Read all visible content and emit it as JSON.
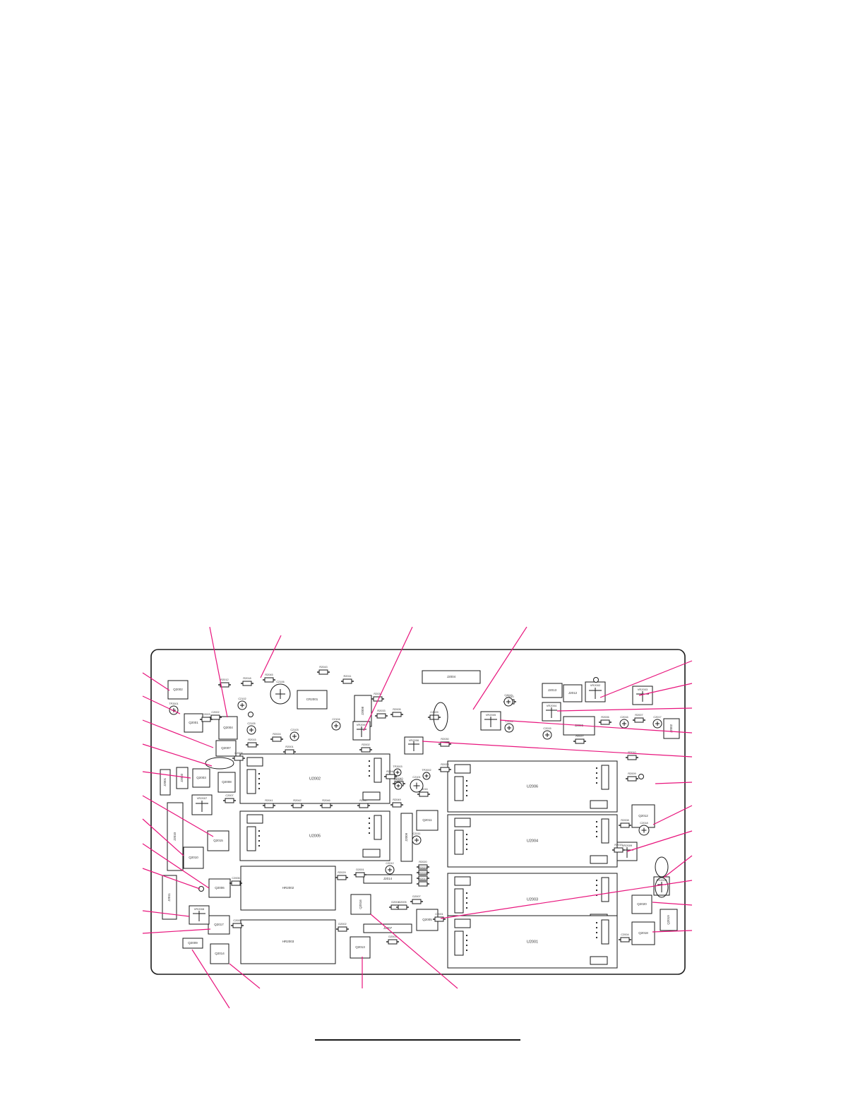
{
  "colors": {
    "background": "#ffffff",
    "outline": "#1a1a1a",
    "leader": "#e8157d"
  },
  "board": {
    "components": [
      {
        "id": "c1",
        "label": "Q2002",
        "kind": "ic"
      },
      {
        "id": "c2",
        "label": "Q2001",
        "kind": "ic"
      },
      {
        "id": "c3",
        "label": "Q2004",
        "kind": "ic"
      },
      {
        "id": "c4",
        "label": "Q2007",
        "kind": "ic"
      },
      {
        "id": "c5",
        "label": "Q2008",
        "kind": "ic"
      },
      {
        "id": "c6",
        "label": "Q2003",
        "kind": "ic"
      },
      {
        "id": "c7",
        "label": "Q2015",
        "kind": "ic"
      },
      {
        "id": "c8",
        "label": "Q2010",
        "kind": "ic"
      },
      {
        "id": "c9",
        "label": "Q2006",
        "kind": "ic"
      },
      {
        "id": "c10",
        "label": "Q2017",
        "kind": "ic"
      },
      {
        "id": "c11",
        "label": "Q2014",
        "kind": "ic"
      },
      {
        "id": "c12",
        "label": "Q2009",
        "kind": "ic"
      },
      {
        "id": "c13",
        "label": "Q2016",
        "kind": "ic"
      },
      {
        "id": "c14",
        "label": "Q2013",
        "kind": "ic"
      },
      {
        "id": "c15",
        "label": "Q2005",
        "kind": "ic"
      },
      {
        "id": "c16",
        "label": "Q2011",
        "kind": "ic"
      },
      {
        "id": "c17",
        "label": "Q2012",
        "kind": "ic"
      },
      {
        "id": "c18",
        "label": "Q2020",
        "kind": "ic"
      },
      {
        "id": "c19",
        "label": "Q2018",
        "kind": "ic"
      },
      {
        "id": "c20",
        "label": "Q2019",
        "kind": "ic"
      },
      {
        "id": "c21",
        "label": "U2002",
        "kind": "module"
      },
      {
        "id": "c22",
        "label": "U2005",
        "kind": "module"
      },
      {
        "id": "c23",
        "label": "U2006",
        "kind": "module"
      },
      {
        "id": "c24",
        "label": "U2004",
        "kind": "module"
      },
      {
        "id": "c25",
        "label": "U2003",
        "kind": "module"
      },
      {
        "id": "c26",
        "label": "U2001",
        "kind": "module"
      },
      {
        "id": "c27",
        "label": "HR2002",
        "kind": "block"
      },
      {
        "id": "c28",
        "label": "HR2003",
        "kind": "block"
      },
      {
        "id": "c29",
        "label": "CR2001",
        "kind": "block"
      },
      {
        "id": "c30",
        "label": "J2004",
        "kind": "connector"
      },
      {
        "id": "c31",
        "label": "J2010",
        "kind": "connector"
      },
      {
        "id": "c32",
        "label": "J2011",
        "kind": "connector"
      },
      {
        "id": "c33",
        "label": "J2003",
        "kind": "connector"
      },
      {
        "id": "c34",
        "label": "J2001",
        "kind": "connector"
      },
      {
        "id": "c35",
        "label": "J2002",
        "kind": "connector"
      },
      {
        "id": "c36",
        "label": "J2013",
        "kind": "connector"
      },
      {
        "id": "c37",
        "label": "J2012",
        "kind": "connector"
      },
      {
        "id": "c38",
        "label": "J2008",
        "kind": "connector"
      },
      {
        "id": "c39",
        "label": "J2009",
        "kind": "connector"
      },
      {
        "id": "c40",
        "label": "J2006",
        "kind": "connector"
      },
      {
        "id": "c41",
        "label": "J2014",
        "kind": "connector"
      },
      {
        "id": "c42",
        "label": "J2007",
        "kind": "connector"
      },
      {
        "id": "c43",
        "label": "VR2001",
        "kind": "trimmer"
      },
      {
        "id": "c44",
        "label": "VR2002",
        "kind": "trimmer"
      },
      {
        "id": "c45",
        "label": "VR2003",
        "kind": "trimmer"
      },
      {
        "id": "c46",
        "label": "VR2004",
        "kind": "trimmer"
      },
      {
        "id": "c47",
        "label": "VR2005",
        "kind": "trimmer"
      },
      {
        "id": "c48",
        "label": "VR2006",
        "kind": "trimmer"
      },
      {
        "id": "c49",
        "label": "VR2007",
        "kind": "trimmer"
      },
      {
        "id": "c50",
        "label": "VR2008",
        "kind": "trimmer"
      },
      {
        "id": "c51",
        "label": "VR2009",
        "kind": "trimmer"
      },
      {
        "id": "c52",
        "label": "VR2010",
        "kind": "trimmer"
      },
      {
        "id": "c53",
        "label": "C2106",
        "kind": "capacitor"
      },
      {
        "id": "c54",
        "label": "C2102",
        "kind": "capacitor"
      },
      {
        "id": "c55",
        "label": "C2105",
        "kind": "capacitor"
      },
      {
        "id": "c56",
        "label": "C2103",
        "kind": "capacitor"
      },
      {
        "id": "c57",
        "label": "C2104",
        "kind": "capacitor"
      },
      {
        "id": "c58",
        "label": "C2101",
        "kind": "capacitor"
      },
      {
        "id": "c59",
        "label": "R2012",
        "kind": "resistor"
      },
      {
        "id": "c60",
        "label": "R2018",
        "kind": "resistor"
      },
      {
        "id": "c61",
        "label": "R2045",
        "kind": "resistor"
      },
      {
        "id": "c62",
        "label": "R2043",
        "kind": "resistor"
      },
      {
        "id": "c63",
        "label": "R2011",
        "kind": "resistor"
      },
      {
        "id": "c64",
        "label": "R2031",
        "kind": "resistor"
      },
      {
        "id": "c65",
        "label": "R2005",
        "kind": "resistor"
      },
      {
        "id": "c66",
        "label": "R2033",
        "kind": "resistor"
      },
      {
        "id": "c67",
        "label": "R2024",
        "kind": "resistor"
      },
      {
        "id": "c68",
        "label": "R2001",
        "kind": "resistor"
      },
      {
        "id": "c69",
        "label": "R2002",
        "kind": "resistor"
      },
      {
        "id": "c70",
        "label": "R2015",
        "kind": "resistor"
      },
      {
        "id": "c71",
        "label": "R2016",
        "kind": "resistor"
      },
      {
        "id": "c72",
        "label": "R2040",
        "kind": "resistor"
      },
      {
        "id": "c73",
        "label": "R2041",
        "kind": "resistor"
      },
      {
        "id": "c74",
        "label": "R2042",
        "kind": "resistor"
      },
      {
        "id": "c75",
        "label": "R2046",
        "kind": "resistor"
      },
      {
        "id": "c76",
        "label": "R2047",
        "kind": "resistor"
      },
      {
        "id": "c77",
        "label": "R2048",
        "kind": "resistor"
      },
      {
        "id": "c78",
        "label": "R2049",
        "kind": "resistor"
      },
      {
        "id": "c79",
        "label": "R2030",
        "kind": "resistor"
      },
      {
        "id": "c80",
        "label": "R2026",
        "kind": "resistor"
      },
      {
        "id": "c81",
        "label": "R2027",
        "kind": "resistor"
      },
      {
        "id": "c82",
        "label": "R2006",
        "kind": "resistor"
      },
      {
        "id": "c83",
        "label": "R2007",
        "kind": "resistor"
      },
      {
        "id": "c84",
        "label": "R2010",
        "kind": "resistor"
      },
      {
        "id": "c85",
        "label": "R2009",
        "kind": "resistor"
      },
      {
        "id": "c86",
        "label": "R2008",
        "kind": "resistor"
      },
      {
        "id": "c87",
        "label": "R2019",
        "kind": "resistor"
      },
      {
        "id": "c88",
        "label": "R2020",
        "kind": "resistor"
      },
      {
        "id": "c89",
        "label": "R2023",
        "kind": "resistor"
      },
      {
        "id": "c90",
        "label": "R2028",
        "kind": "resistor"
      },
      {
        "id": "c91",
        "label": "R2017",
        "kind": "resistor"
      },
      {
        "id": "c92",
        "label": "R2029",
        "kind": "resistor"
      },
      {
        "id": "c93",
        "label": "C2001",
        "kind": "capacitor"
      },
      {
        "id": "c94",
        "label": "C2002",
        "kind": "capacitor"
      },
      {
        "id": "c95",
        "label": "C2003",
        "kind": "capacitor"
      },
      {
        "id": "c96",
        "label": "C2004",
        "kind": "capacitor"
      },
      {
        "id": "c97",
        "label": "C2005",
        "kind": "capacitor"
      },
      {
        "id": "c98",
        "label": "C2006",
        "kind": "capacitor"
      },
      {
        "id": "c99",
        "label": "C2007",
        "kind": "capacitor"
      },
      {
        "id": "c100",
        "label": "C2008",
        "kind": "capacitor"
      },
      {
        "id": "c101",
        "label": "C2009",
        "kind": "capacitor"
      },
      {
        "id": "c102",
        "label": "C2010",
        "kind": "capacitor"
      },
      {
        "id": "c103",
        "label": "C2011",
        "kind": "capacitor"
      },
      {
        "id": "c104",
        "label": "C2012",
        "kind": "capacitor"
      },
      {
        "id": "c105",
        "label": "C2013",
        "kind": "capacitor"
      },
      {
        "id": "c106",
        "label": "C2014",
        "kind": "capacitor"
      },
      {
        "id": "c107",
        "label": "C2015",
        "kind": "capacitor"
      },
      {
        "id": "c108",
        "label": "C2016",
        "kind": "capacitor"
      },
      {
        "id": "c109",
        "label": "C2017",
        "kind": "capacitor"
      },
      {
        "id": "c110",
        "label": "C2018",
        "kind": "capacitor"
      },
      {
        "id": "c111",
        "label": "TP2001",
        "kind": "testpoint"
      },
      {
        "id": "c112",
        "label": "TP2002",
        "kind": "testpoint"
      },
      {
        "id": "c113",
        "label": "TP2003",
        "kind": "testpoint"
      },
      {
        "id": "c114",
        "label": "TP2004",
        "kind": "testpoint"
      },
      {
        "id": "c115",
        "label": "TP2005",
        "kind": "testpoint"
      },
      {
        "id": "c116",
        "label": "TP2006",
        "kind": "testpoint"
      },
      {
        "id": "c117",
        "label": "D2001",
        "kind": "diode"
      },
      {
        "id": "c118",
        "label": "D2002",
        "kind": "diode"
      },
      {
        "id": "c119",
        "label": "D2003",
        "kind": "diode"
      },
      {
        "id": "c120",
        "label": "D2004",
        "kind": "diode"
      },
      {
        "id": "c121",
        "label": "D2005",
        "kind": "diode"
      },
      {
        "id": "c122",
        "label": "D2007",
        "kind": "diode"
      }
    ]
  }
}
